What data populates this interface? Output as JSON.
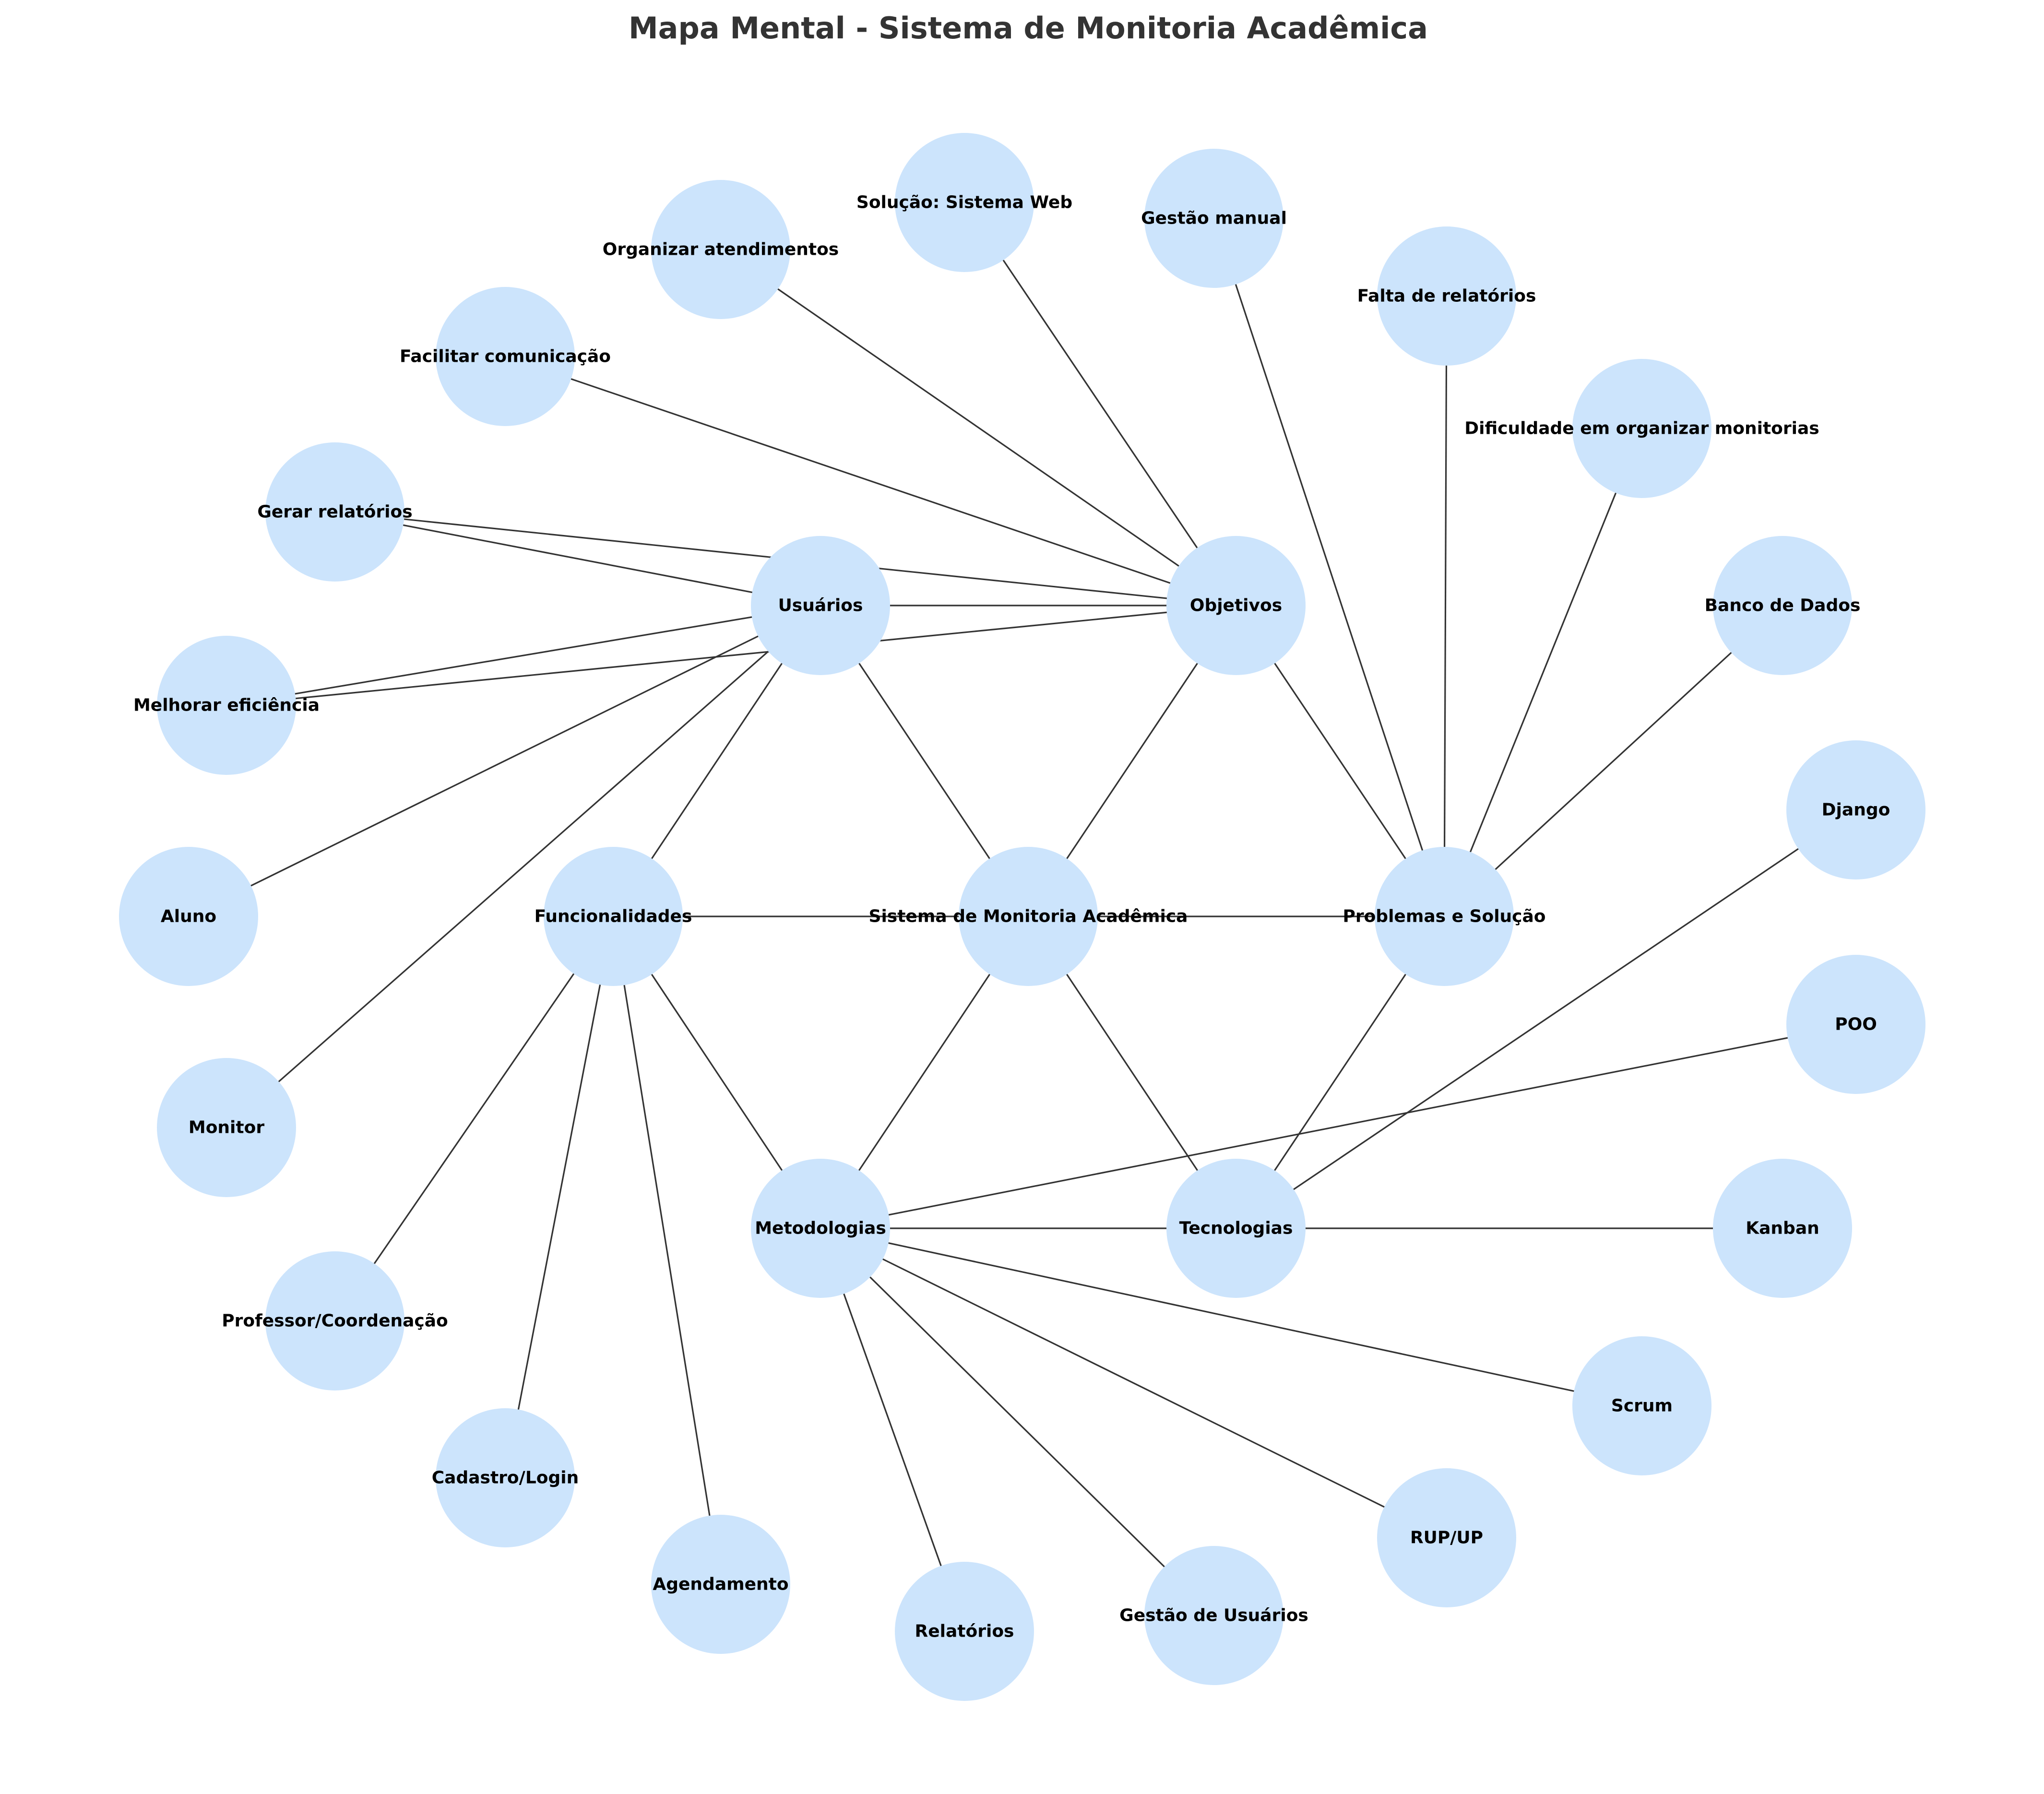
{
  "title": "Mapa Mental - Sistema de Monitoria Acadêmica",
  "colors": {
    "node_fill": "#cce4fc",
    "edge": "#333333",
    "title": "#333333",
    "label": "#000000",
    "background": "#ffffff"
  },
  "nodes": [
    {
      "id": "center",
      "label": "Sistema de Monitoria Acadêmica"
    },
    {
      "id": "usuarios",
      "label": "Usuários"
    },
    {
      "id": "objetivos",
      "label": "Objetivos"
    },
    {
      "id": "funcionalidades",
      "label": "Funcionalidades"
    },
    {
      "id": "problemas",
      "label": "Problemas e Solução"
    },
    {
      "id": "metodologias",
      "label": "Metodologias"
    },
    {
      "id": "tecnologias",
      "label": "Tecnologias"
    },
    {
      "id": "solucao_web",
      "label": "Solução: Sistema Web"
    },
    {
      "id": "gestao_manual",
      "label": "Gestão manual"
    },
    {
      "id": "falta_relatorios",
      "label": "Falta de relatórios"
    },
    {
      "id": "dificuldade",
      "label": "Dificuldade em organizar monitorias"
    },
    {
      "id": "banco_dados",
      "label": "Banco de Dados"
    },
    {
      "id": "django",
      "label": "Django"
    },
    {
      "id": "poo",
      "label": "POO"
    },
    {
      "id": "kanban",
      "label": "Kanban"
    },
    {
      "id": "scrum",
      "label": "Scrum"
    },
    {
      "id": "rup",
      "label": "RUP/UP"
    },
    {
      "id": "gestao_usuarios",
      "label": "Gestão de Usuários"
    },
    {
      "id": "relatorios",
      "label": "Relatórios"
    },
    {
      "id": "agendamento",
      "label": "Agendamento"
    },
    {
      "id": "cadastro",
      "label": "Cadastro/Login"
    },
    {
      "id": "professor",
      "label": "Professor/Coordenação"
    },
    {
      "id": "monitor",
      "label": "Monitor"
    },
    {
      "id": "aluno",
      "label": "Aluno"
    },
    {
      "id": "melhorar",
      "label": "Melhorar eficiência"
    },
    {
      "id": "gerar_relatorios",
      "label": "Gerar relatórios"
    },
    {
      "id": "facilitar",
      "label": "Facilitar comunicação"
    },
    {
      "id": "organizar",
      "label": "Organizar atendimentos"
    }
  ],
  "edges": [
    [
      "center",
      "usuarios"
    ],
    [
      "center",
      "objetivos"
    ],
    [
      "center",
      "funcionalidades"
    ],
    [
      "center",
      "problemas"
    ],
    [
      "center",
      "metodologias"
    ],
    [
      "center",
      "tecnologias"
    ],
    [
      "usuarios",
      "objetivos"
    ],
    [
      "usuarios",
      "funcionalidades"
    ],
    [
      "usuarios",
      "aluno"
    ],
    [
      "usuarios",
      "monitor"
    ],
    [
      "usuarios",
      "melhorar"
    ],
    [
      "usuarios",
      "gerar_relatorios"
    ],
    [
      "objetivos",
      "melhorar"
    ],
    [
      "objetivos",
      "facilitar"
    ],
    [
      "objetivos",
      "organizar"
    ],
    [
      "objetivos",
      "solucao_web"
    ],
    [
      "objetivos",
      "problemas"
    ],
    [
      "objetivos",
      "gerar_relatorios"
    ],
    [
      "problemas",
      "gestao_manual"
    ],
    [
      "problemas",
      "falta_relatorios"
    ],
    [
      "problemas",
      "dificuldade"
    ],
    [
      "problemas",
      "banco_dados"
    ],
    [
      "problemas",
      "tecnologias"
    ],
    [
      "tecnologias",
      "django"
    ],
    [
      "tecnologias",
      "kanban"
    ],
    [
      "metodologias",
      "tecnologias"
    ],
    [
      "metodologias",
      "poo"
    ],
    [
      "metodologias",
      "scrum"
    ],
    [
      "metodologias",
      "rup"
    ],
    [
      "metodologias",
      "gestao_usuarios"
    ],
    [
      "metodologias",
      "relatorios"
    ],
    [
      "funcionalidades",
      "metodologias"
    ],
    [
      "funcionalidades",
      "professor"
    ],
    [
      "funcionalidades",
      "cadastro"
    ],
    [
      "funcionalidades",
      "agendamento"
    ]
  ]
}
